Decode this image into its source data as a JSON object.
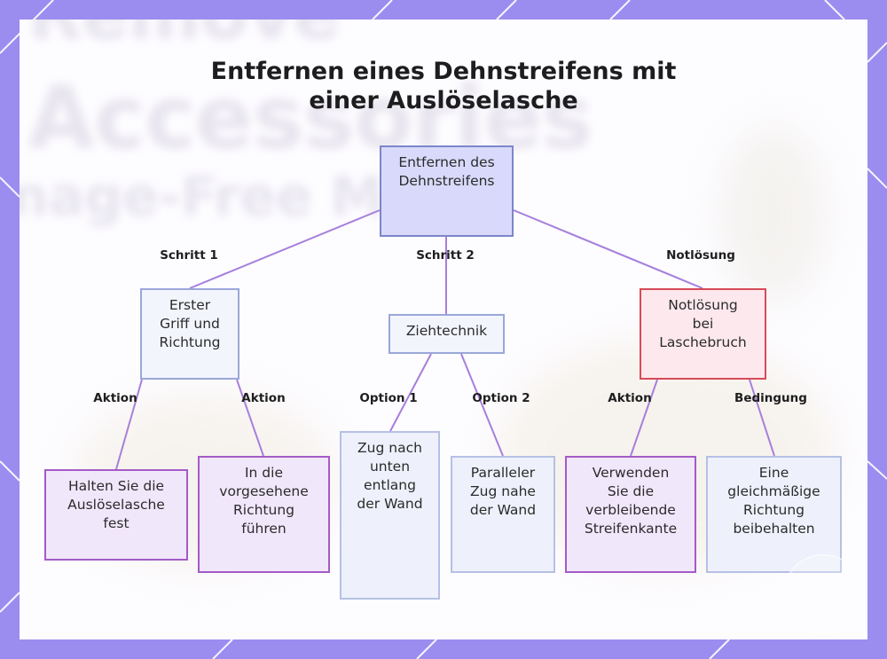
{
  "title": {
    "line1": "Entfernen eines Dehnstreifens mit",
    "line2": "einer Auslöselasche"
  },
  "background_text": {
    "line1": "Remove",
    "line2": "Accessories",
    "line3": "nage-Free Me"
  },
  "colors": {
    "frame": "#9b8cf0",
    "edge": "#a67fdc",
    "root_fill": "#d9dafb",
    "red_border": "#d64b57",
    "purple_border": "#a45bc6"
  },
  "nodes": {
    "root": [
      "Entfernen des",
      "Dehnstreifens"
    ],
    "step1": [
      "Erster",
      "Griff und",
      "Richtung"
    ],
    "step2": [
      "Ziehtechnik"
    ],
    "emergency": [
      "Notlösung",
      "bei",
      "Laschebruch"
    ],
    "hold_tab": [
      "Halten Sie die",
      "Auslöselasche",
      "fest"
    ],
    "guide_direction": [
      "In die",
      "vorgesehene",
      "Richtung",
      "führen"
    ],
    "pull_down": [
      "Zug nach",
      "unten",
      "entlang",
      "der Wand"
    ],
    "parallel_pull": [
      "Paralleler",
      "Zug nahe",
      "der Wand"
    ],
    "use_edge": [
      "Verwenden",
      "Sie die",
      "verbleibende",
      "Streifenkante"
    ],
    "keep_direction": [
      "Eine",
      "gleichmäßige",
      "Richtung",
      "beibehalten"
    ]
  },
  "edge_labels": {
    "schritt1": "Schritt 1",
    "schritt2": "Schritt 2",
    "notloesung": "Notlösung",
    "aktion_left": "Aktion",
    "aktion_mid": "Aktion",
    "option1": "Option 1",
    "option2": "Option 2",
    "aktion_right": "Aktion",
    "bedingung": "Bedingung"
  }
}
